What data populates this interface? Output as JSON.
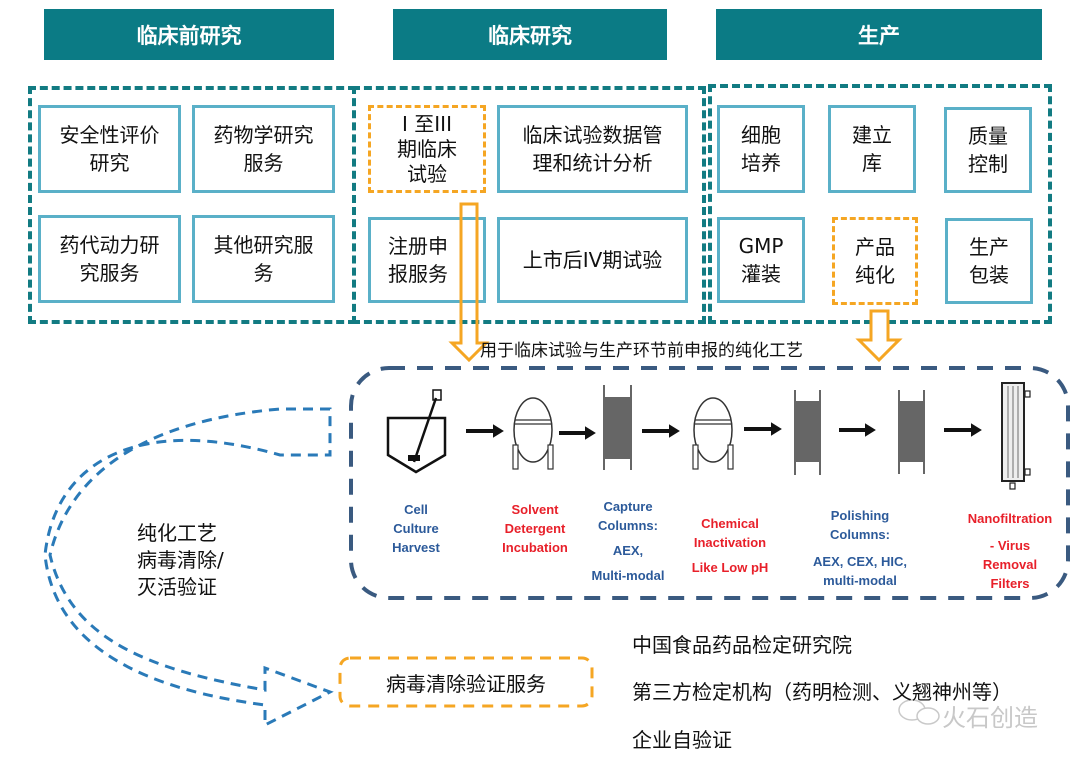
{
  "headers": {
    "preclinical": "临床前研究",
    "clinical": "临床研究",
    "production": "生产"
  },
  "preclinical_boxes": [
    {
      "line1": "安全性评价",
      "line2": "研究"
    },
    {
      "line1": "药物学研究",
      "line2": "服务"
    },
    {
      "line1": "药代动力研",
      "line2": "究服务"
    },
    {
      "line1": "其他研究服",
      "line2": "务"
    }
  ],
  "clinical_boxes": [
    {
      "line1": "I 至III",
      "line2": "期临床",
      "line3": "试验",
      "highlighted": true
    },
    {
      "line1": "临床试验数据管",
      "line2": "理和统计分析"
    },
    {
      "line1": "注册申",
      "line2": "报服务"
    },
    {
      "line1": "上市后IV期试验"
    }
  ],
  "production_boxes": [
    {
      "line1": "细胞",
      "line2": "培养"
    },
    {
      "line1": "建立",
      "line2": "库"
    },
    {
      "line1": "质量",
      "line2": "控制"
    },
    {
      "line1": "GMP",
      "line2": "灌装"
    },
    {
      "line1": "产品",
      "line2": "纯化",
      "highlighted": true
    },
    {
      "line1": "生产",
      "line2": "包装"
    }
  ],
  "purification_caption": "用于临床试验与生产环节前申报的纯化工艺",
  "process_steps": [
    {
      "icon": "bioreactor-icon",
      "lines": [
        "Cell",
        "Culture",
        "Harvest"
      ],
      "color": "blue"
    },
    {
      "icon": "vessel-icon",
      "lines": [
        "Solvent",
        "Detergent",
        "Incubation"
      ],
      "color": "red"
    },
    {
      "icon": "column-icon",
      "lines": [
        "Capture",
        "Columns:",
        "AEX,",
        "Multi-modal"
      ],
      "color": "blue"
    },
    {
      "icon": "vessel-icon",
      "lines": [
        "Chemical",
        "Inactivation",
        "Like Low pH"
      ],
      "color": "red"
    },
    {
      "icon": "column-icon",
      "lines": [
        "Polishing",
        "Columns:",
        "AEX, CEX, HIC,",
        "multi-modal"
      ],
      "color": "blue"
    },
    {
      "icon": "column-icon",
      "lines": [],
      "color": "blue"
    },
    {
      "icon": "filter-icon",
      "lines": [
        "Nanofiltration",
        "- Virus",
        "Removal",
        "Filters"
      ],
      "color": "red"
    }
  ],
  "loop_label": {
    "line1": "纯化工艺",
    "line2": "病毒清除/",
    "line3": "灭活验证"
  },
  "service_box": "病毒清除验证服务",
  "providers": [
    "中国食品药品检定研究院",
    "第三方检定机构（药明检测、义翘神州等）",
    "企业自验证"
  ],
  "watermark": "火石创造",
  "colors": {
    "header_teal": "#0b7b85",
    "box_border": "#5ab0c8",
    "highlight_orange": "#f5a623",
    "process_border": "#3a5a80",
    "loop_blue": "#2a7ab8",
    "label_blue": "#2c5a9a",
    "label_red": "#e8202a"
  }
}
